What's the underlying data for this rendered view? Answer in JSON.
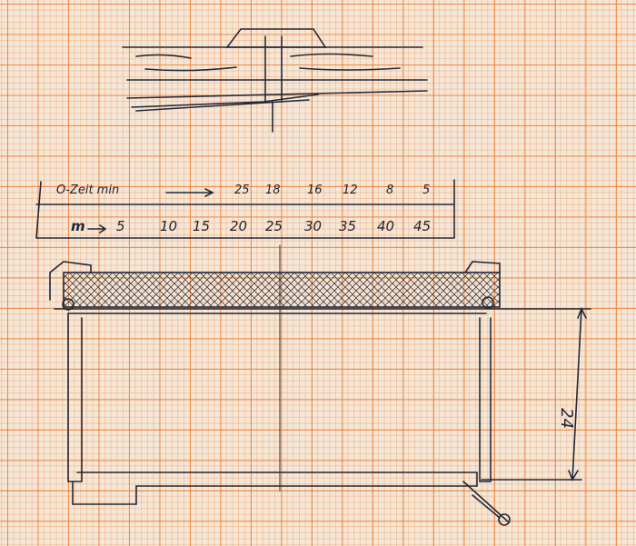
{
  "table": {
    "row1_label": "O-Zeit min",
    "row1_values": [
      "25",
      "18",
      "16",
      "12",
      "8",
      "5"
    ],
    "row2_label": "m",
    "row2_values": [
      "5",
      "10",
      "15",
      "20",
      "25",
      "30",
      "35",
      "40",
      "45"
    ]
  },
  "dimension_label": "24",
  "colors": {
    "paper": "#f4e7d8",
    "grid": "#ee7828",
    "ink": "#232838"
  }
}
